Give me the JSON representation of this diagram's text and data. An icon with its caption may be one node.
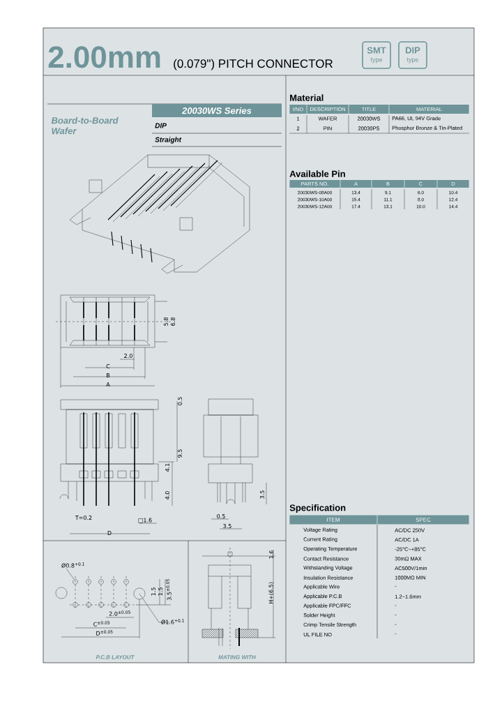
{
  "diagram": {
    "title": "2.00mm",
    "nodes": [
      {
        "text": [
          "SMT",
          "type"
        ]
      },
      {
        "text": [
          "DIP",
          "type"
        ]
      }
    ],
    "labels": [
      "(0.079\") PITCH CONNECTOR",
      "Board-to-Board Wafer",
      "20030WS Series",
      "DIP",
      "Straight",
      "Material",
      "I/NO",
      "DESCRIPTION",
      "TITLE",
      "MATERIAL",
      "1",
      "WAFER",
      "20030WS",
      "PA66, UL 94V Grade",
      "2",
      "PIN",
      "20030PS",
      "Phosphor Bronze & Tin-Plated",
      "Available Pin",
      "PARTS NO.",
      "A",
      "B",
      "C",
      "D",
      "20030WS-08A00",
      "13.4",
      "9.1",
      "6.0",
      "10.4",
      "20030WS-10A00",
      "15.4",
      "11.1",
      "8.0",
      "12.4",
      "20030WS-12A00",
      "17.4",
      "13.1",
      "10.0",
      "14.4",
      "Specification",
      "ITEM",
      "SPEC",
      "Voltage Rating",
      "AC/DC 250V",
      "Current Rating",
      "AC/DC 1A",
      "Operating Temperature",
      "-25°C~+85°C",
      "Contact Resistance",
      "30mΩ MAX",
      "Withstanding Voltage",
      "AC500V/1min",
      "Insulation Resistance",
      "1000MΩ MIN",
      "Applicable Wire",
      "-",
      "Applicable P.C.B",
      "1.2~1.6mm",
      "Applicable FPC/FFC",
      "-",
      "Solder Height",
      "-",
      "Crimp Tensile Strength",
      "-",
      "UL FILE NO",
      "-",
      "2.0",
      "C",
      "B",
      "A",
      "5.8",
      "6.8",
      "0.5",
      "9.5",
      "4.1",
      "4.0",
      "T=0.2",
      "□1.6",
      "D",
      "3.5",
      "0.5",
      "3.5",
      "Ø0.8$^{+0.1}$",
      "1.5",
      "1.5",
      "3.5$^{±0.05}$",
      "2.0$^{±0.05}$",
      "C$^{±0.05}$",
      "Ø1.6$^{+0.1}$",
      "D$^{±0.05}$",
      "1.6",
      "H+(6.5)",
      "P.C.B LAYOUT",
      "MATING WITH"
    ]
  }
}
